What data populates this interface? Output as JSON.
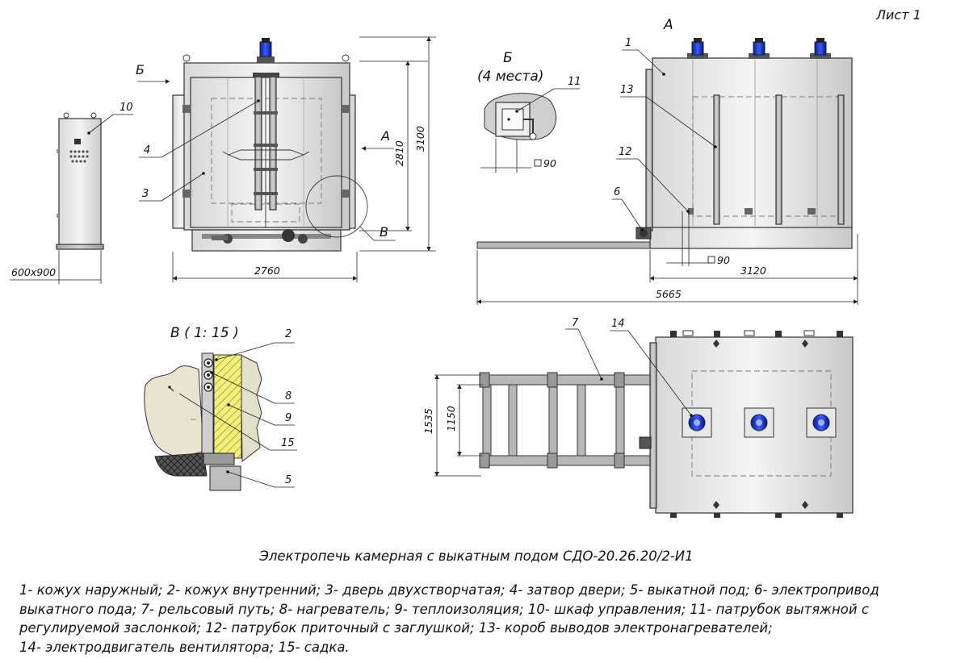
{
  "sheet": "Лист 1",
  "view_labels": {
    "view_a": "А",
    "view_b": "Б",
    "view_b_count": "(4 места)",
    "detail_v": "В ( 1: 15 )",
    "mark_b": "Б",
    "mark_a": "А",
    "mark_v": "В"
  },
  "dimensions": {
    "cabinet": "600x900",
    "front_width": "2760",
    "front_height_inner": "2810",
    "front_height_total": "3100",
    "side_length": "3120",
    "total_length": "5665",
    "pipe_size_top": "90",
    "pipe_size_side": "90",
    "rail_outer": "1535",
    "rail_inner": "1150"
  },
  "callouts": [
    "1",
    "2",
    "3",
    "4",
    "5",
    "6",
    "7",
    "8",
    "9",
    "10",
    "11",
    "12",
    "13",
    "14",
    "15"
  ],
  "title": "Электропечь камерная с выкатным подом СДО-20.26.20/2-И1",
  "legend": [
    "1- кожух наружный; 2- кожух внутренний; 3- дверь двухстворчатая; 4- затвор двери; 5- выкатной под; 6- электропривод",
    "выкатного пода; 7- рельсовый путь; 8- нагреватель; 9- теплоизоляция; 10- шкаф управления; 11- патрубок вытяжной  с",
    "регулируемой заслонкой; 12- патрубок приточный с заглушкой; 13- короб  выводов электронагревателей;",
    "14- электродвигатель вентилятора; 15- садка."
  ]
}
